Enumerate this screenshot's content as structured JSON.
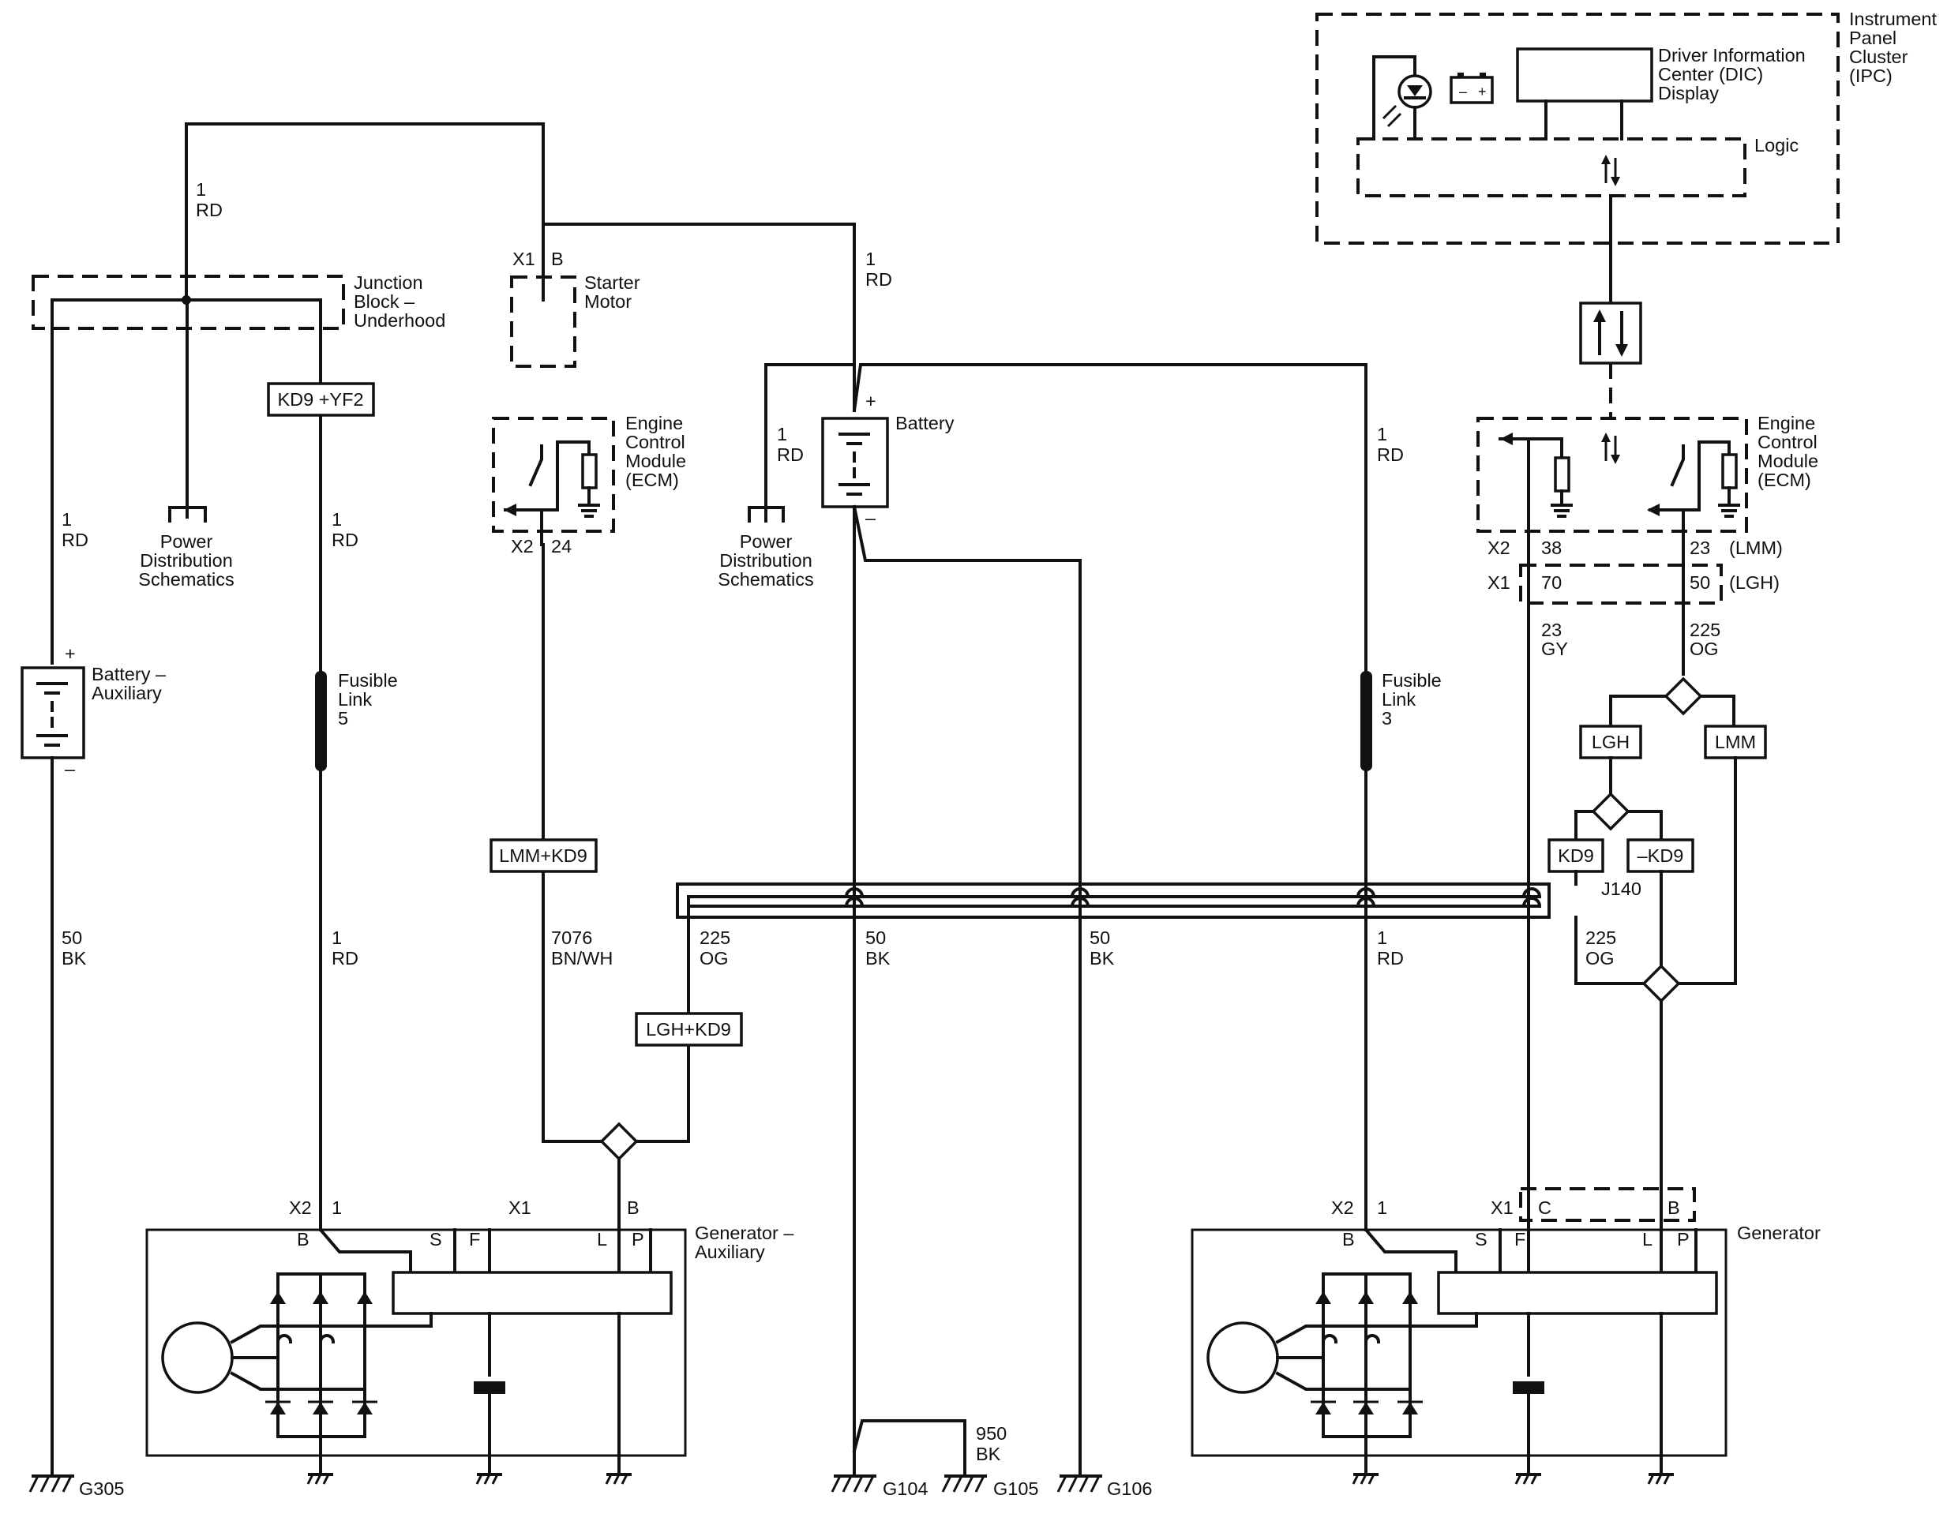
{
  "components": {
    "ipc": [
      "Instrument",
      "Panel",
      "Cluster",
      "(IPC)"
    ],
    "dic": [
      "Driver Information",
      "Center (DIC)",
      "Display"
    ],
    "logic": "Logic",
    "junction_block": [
      "Junction",
      "Block –",
      "Underhood"
    ],
    "starter_motor": [
      "Starter",
      "Motor"
    ],
    "starter_connector": "X1",
    "starter_pin": "B",
    "battery": "Battery",
    "battery_aux": [
      "Battery –",
      "Auxiliary"
    ],
    "ecm_left": [
      "Engine",
      "Control",
      "Module",
      "(ECM)"
    ],
    "ecm_right": [
      "Engine",
      "Control",
      "Module",
      "(ECM)"
    ],
    "power_dist_left": [
      "Power",
      "Distribution",
      "Schematics"
    ],
    "power_dist_right": [
      "Power",
      "Distribution",
      "Schematics"
    ],
    "fusible_link_5": [
      "Fusible",
      "Link",
      "5"
    ],
    "fusible_link_3": [
      "Fusible",
      "Link",
      "3"
    ],
    "generator_aux": [
      "Generator –",
      "Auxiliary"
    ],
    "generator": "Generator",
    "splice_pack": "J140"
  },
  "option_labels": {
    "kd9_yf2": "KD9 +YF2",
    "lmm_kd9": "LMM+KD9",
    "lgh_kd9": "LGH+KD9",
    "lgh": "LGH",
    "lmm": "LMM",
    "kd9": "KD9",
    "not_kd9": "–KD9"
  },
  "wires": {
    "rd_top": [
      "1",
      "RD"
    ],
    "rd_starter": [
      "1",
      "RD"
    ],
    "rd_left_jb": [
      "1",
      "RD"
    ],
    "rd_jb_fuse": [
      "1",
      "RD"
    ],
    "rd_batt_pd": [
      "1",
      "RD"
    ],
    "rd_right": [
      "1",
      "RD"
    ],
    "bk_aux": [
      "50",
      "BK"
    ],
    "rd_fuse5_gen": [
      "1",
      "RD"
    ],
    "bnwh": [
      "7076",
      "BN/WH"
    ],
    "og_left": [
      "225",
      "OG"
    ],
    "bk_batt": [
      "50",
      "BK"
    ],
    "bk_g106": [
      "50",
      "BK"
    ],
    "rd_fuse3_gen": [
      "1",
      "RD"
    ],
    "gy_right": [
      "23",
      "GY"
    ],
    "og_ecm": [
      "225",
      "OG"
    ],
    "og_j140": [
      "225",
      "OG"
    ],
    "bk_950": [
      "950",
      "BK"
    ]
  },
  "ecm_left_pins": {
    "connector": "X2",
    "pin": "24"
  },
  "ecm_right_pins": {
    "x2": "X2",
    "x2_pin_a": "38",
    "x2_pin_b": "23",
    "x2_engine": "(LMM)",
    "x1": "X1",
    "x1_pin_a": "70",
    "x1_pin_b": "50",
    "x1_engine": "(LGH)"
  },
  "gen_aux_pins": {
    "x2": "X2",
    "x2_pin": "1",
    "x1": "X1",
    "x1_pin": "B",
    "terminals": [
      "B",
      "S",
      "F",
      "L",
      "P"
    ]
  },
  "gen_pins": {
    "x2": "X2",
    "x2_pin": "1",
    "x1": "X1",
    "x1_pin_c": "C",
    "x1_pin_b": "B",
    "terminals": [
      "B",
      "S",
      "F",
      "L",
      "P"
    ]
  },
  "grounds": [
    "G305",
    "G104",
    "G105",
    "G106"
  ],
  "polarity": {
    "plus": "+",
    "minus": "–"
  },
  "dic_battery_icon": {
    "minus": "–",
    "plus": "+"
  }
}
